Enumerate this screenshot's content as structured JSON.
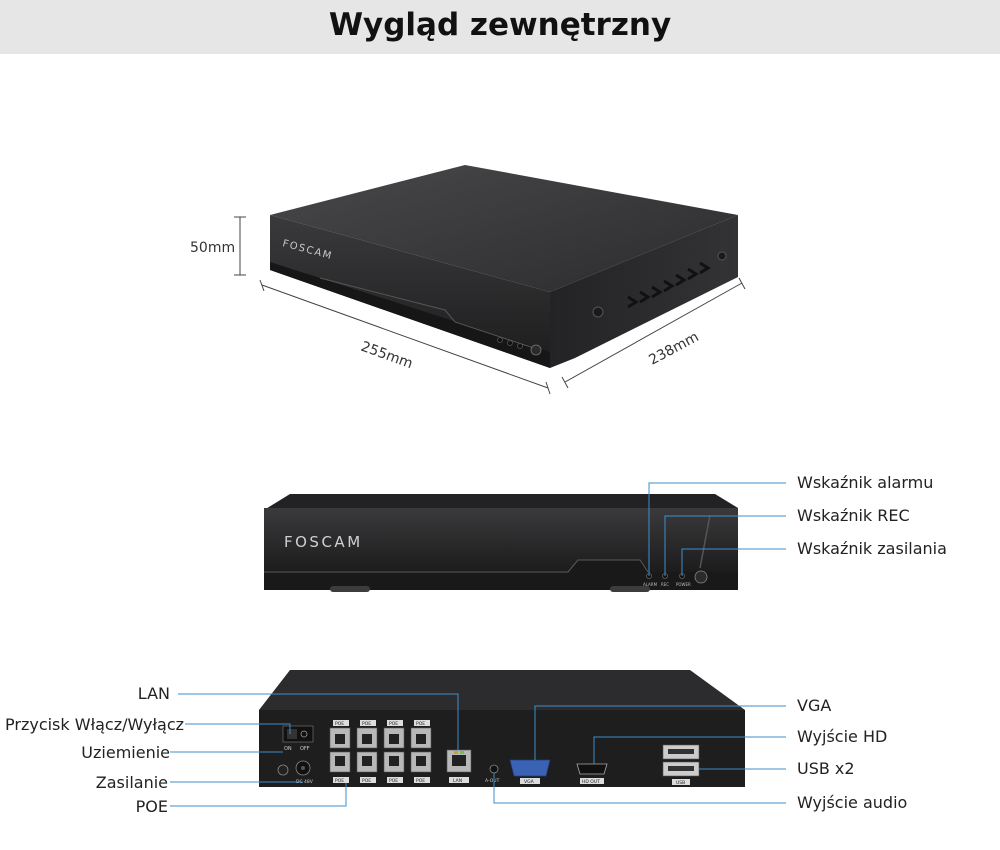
{
  "title": "Wygląd zewnętrzny",
  "brand": "FOSCAM",
  "dimensions": {
    "height": "50mm",
    "width": "255mm",
    "depth": "238mm"
  },
  "front_labels": {
    "alarm": "Wskaźnik alarmu",
    "rec": "Wskaźnik REC",
    "power": "Wskaźnik zasilania"
  },
  "front_led_text": {
    "alarm": "ALARM",
    "rec": "REC",
    "power": "POWER"
  },
  "rear_labels_left": {
    "lan": "LAN",
    "power_switch": "Przycisk Włącz/Wyłącz",
    "ground": "Uziemienie",
    "power_supply": "Zasilanie",
    "poe": "POE"
  },
  "rear_labels_right": {
    "vga": "VGA",
    "hd_out": "Wyjście HD",
    "usb": "USB x2",
    "audio_out": "Wyjście audio"
  },
  "rear_panel_text": {
    "on": "ON",
    "off": "OFF",
    "dc": "DC 48V",
    "poe": "POE",
    "lan": "LAN",
    "aout": "A-OUT",
    "vga": "VGA",
    "hdout": "HD OUT",
    "usb": "USB"
  },
  "colors": {
    "device": "#2a2a2c",
    "device_dark": "#161617",
    "device_top": "#3a3a3c",
    "leader_line": "#3b8fc9",
    "port_vga": "#3b63b5"
  }
}
